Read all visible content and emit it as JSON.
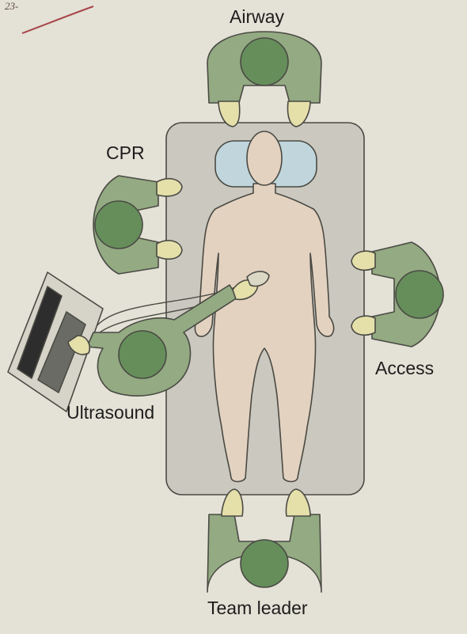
{
  "figure": {
    "corner_mark": "23-",
    "labels": {
      "airway": "Airway",
      "cpr": "CPR",
      "access": "Access",
      "ultrasound": "Ultrasound",
      "team_leader": "Team leader"
    }
  },
  "colors": {
    "page": "#e4e1d6",
    "bed": "#cac8bf",
    "skin": "#e3d2c0",
    "clothing": "#93aa82",
    "head": "#668e5b",
    "hands": "#e5dfaa",
    "pillow": "#c0d6dc",
    "monitor": "#2d2d2d",
    "outline": "#4a4a44"
  }
}
